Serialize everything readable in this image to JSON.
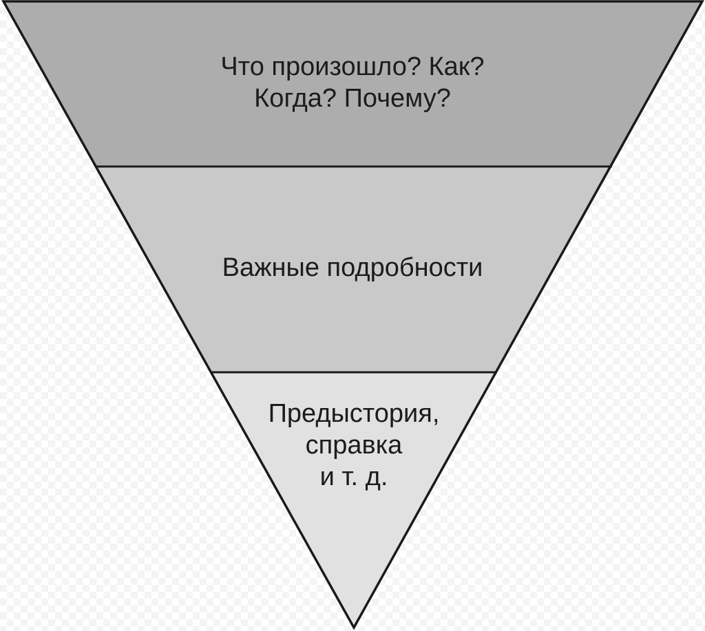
{
  "diagram": {
    "title": "Inverted pyramid",
    "type": "inverted-pyramid",
    "colors": {
      "tier_top": "#adadad",
      "tier_middle": "#c9c9c9",
      "tier_bottom": "#e1e1e1",
      "outline": "#1a1a1a",
      "text": "#1c1c1c"
    },
    "tiers": [
      {
        "level": 1,
        "lines": [
          "Что произошло? Как?",
          "Когда? Почему?"
        ]
      },
      {
        "level": 2,
        "lines": [
          "Важные подробности"
        ]
      },
      {
        "level": 3,
        "lines": [
          "Предыстория,",
          "справка",
          "и т. д."
        ]
      }
    ]
  }
}
